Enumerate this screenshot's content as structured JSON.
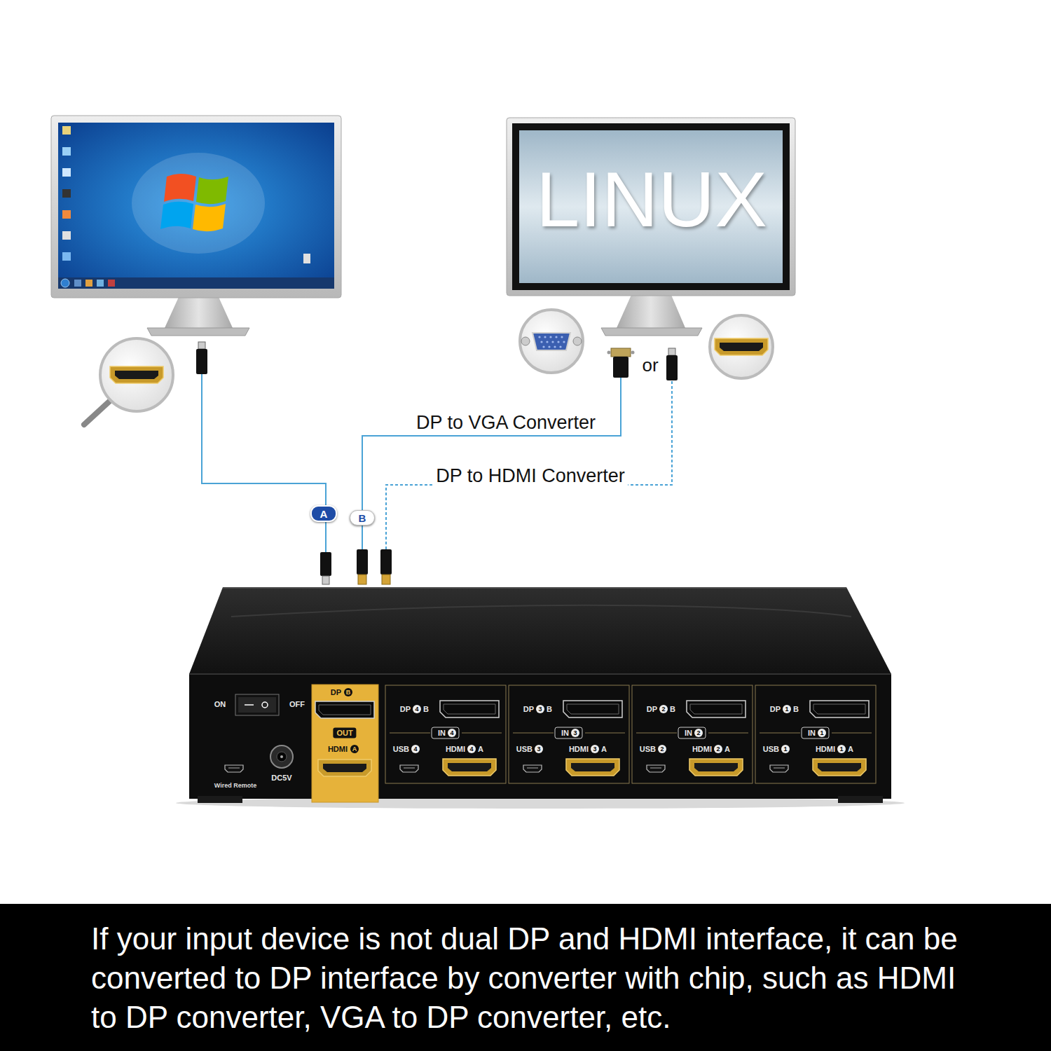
{
  "diagram": {
    "caption": "If your input device is not dual DP and HDMI interface, it can be converted to DP  interface by converter with chip, such as HDMI to DP converter, VGA to DP converter, etc.",
    "labels": [
      "LINUX",
      "or",
      "DP to VGA Converter",
      "DP to HDMI Converter",
      "A",
      "B",
      "ON",
      "OFF",
      "Wired Remote",
      "DC5V",
      "DP",
      "B",
      "OUT",
      "HDMI",
      "A",
      "DP",
      "4",
      "B",
      "IN",
      "4",
      "USB",
      "4",
      "HDMI",
      "4",
      "A",
      "DP",
      "3",
      "B",
      "IN",
      "3",
      "USB",
      "3",
      "HDMI",
      "3",
      "A",
      "DP",
      "2",
      "B",
      "IN",
      "2",
      "USB",
      "2",
      "HDMI",
      "2",
      "A",
      "DP",
      "1",
      "B",
      "IN",
      "1",
      "USB",
      "1",
      "HDMI",
      "1",
      "A"
    ]
  }
}
